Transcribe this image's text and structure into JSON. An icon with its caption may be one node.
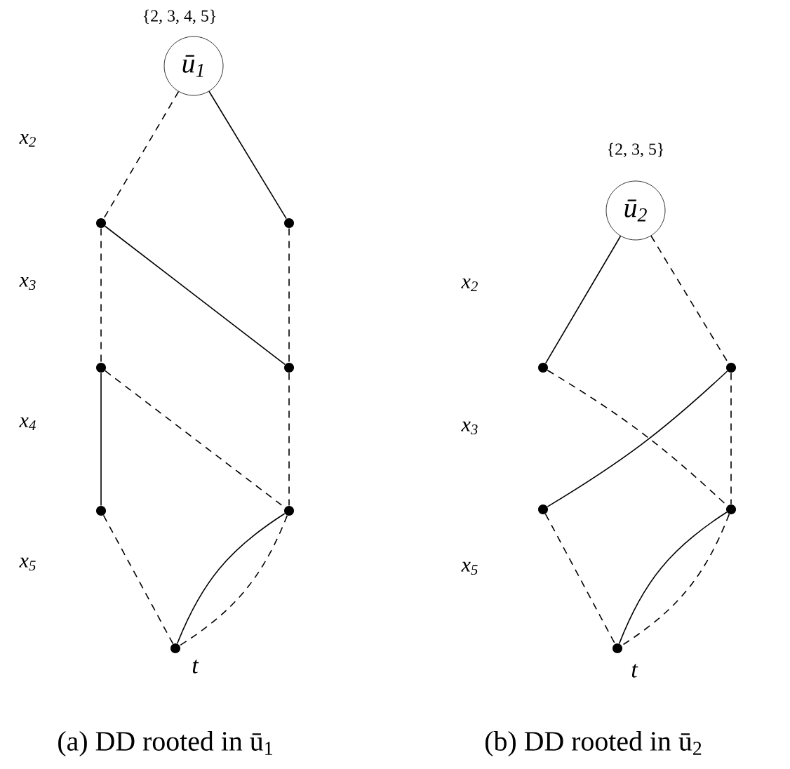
{
  "diagram": {
    "nodes": [
      {
        "text": [
          "ū$_{1}$"
        ],
        "beside": [
          "{2, 3, 4, 5}"
        ]
      },
      {
        "text": [],
        "shape": "circle"
      },
      {
        "text": [],
        "shape": "circle"
      },
      {
        "text": [],
        "shape": "circle"
      },
      {
        "text": [],
        "shape": "circle"
      },
      {
        "text": [],
        "shape": "circle"
      },
      {
        "text": [],
        "shape": "circle"
      },
      {
        "text": [],
        "shape": "circle",
        "beside": [
          "t"
        ]
      },
      {
        "text": [
          "ū$_{2}$"
        ],
        "beside": [
          "{2, 3, 5}"
        ]
      },
      {
        "text": [],
        "shape": "circle"
      },
      {
        "text": [],
        "shape": "circle"
      },
      {
        "text": [],
        "shape": "circle"
      },
      {
        "text": [],
        "shape": "circle"
      },
      {
        "text": [],
        "shape": "circle",
        "beside": [
          "t"
        ]
      }
    ],
    "edges": [
      {
        "from": 0,
        "to": 1,
        "arrow": "none",
        "style": "dashed"
      },
      {
        "from": 0,
        "to": 2,
        "arrow": "none"
      },
      {
        "from": 1,
        "to": 3,
        "arrow": "none",
        "style": "dashed"
      },
      {
        "from": 1,
        "to": 4,
        "arrow": "none"
      },
      {
        "from": 2,
        "to": 4,
        "arrow": "none",
        "style": "dashed"
      },
      {
        "from": 3,
        "to": 5,
        "arrow": "none"
      },
      {
        "from": 3,
        "to": 6,
        "arrow": "none",
        "style": "dashed"
      },
      {
        "from": 4,
        "to": 6,
        "arrow": "none",
        "style": "dashed"
      },
      {
        "from": 5,
        "to": 7,
        "arrow": "none",
        "style": "dashed"
      },
      {
        "from": 6,
        "to": 7,
        "arrow": "none"
      },
      {
        "from": 6,
        "to": 7,
        "arrow": "none",
        "style": "dashed"
      },
      {
        "from": 8,
        "to": 9,
        "arrow": "none"
      },
      {
        "from": 8,
        "to": 10,
        "arrow": "none",
        "style": "dashed"
      },
      {
        "from": 9,
        "to": 12,
        "arrow": "none",
        "style": "dashed"
      },
      {
        "from": 10,
        "to": 11,
        "arrow": "none"
      },
      {
        "from": 10,
        "to": 12,
        "arrow": "none",
        "style": "dashed"
      },
      {
        "from": 11,
        "to": 13,
        "arrow": "none",
        "style": "dashed"
      },
      {
        "from": 12,
        "to": 13,
        "arrow": "none"
      },
      {
        "from": 12,
        "to": 13,
        "arrow": "none",
        "style": "dashed"
      }
    ],
    "labels": [
      "x$_{2}$",
      "x$_{3}$",
      "x$_{4}$",
      "x$_{5}$",
      "x$_{2}$",
      "x$_{3}$",
      "x$_{5}$",
      "(a) DD rooted in ū$_{1}$",
      "(b) DD rooted in ū$_{2}$"
    ]
  }
}
